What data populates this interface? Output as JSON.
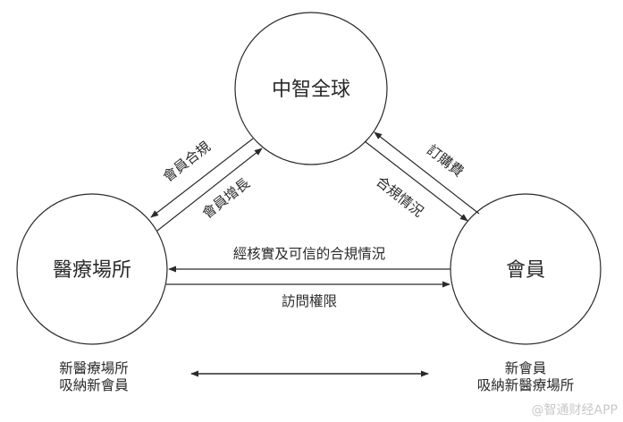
{
  "nodes": {
    "top": {
      "label": "中智全球"
    },
    "left": {
      "label": "醫療場所"
    },
    "right": {
      "label": "會員"
    }
  },
  "edges": {
    "top_to_left": {
      "label": "會員合規",
      "direction": "中智全球 → 醫療場所"
    },
    "left_to_top": {
      "label": "會員增長",
      "direction": "醫療場所 → 中智全球"
    },
    "right_to_top": {
      "label": "訂購費",
      "direction": "會員 → 中智全球"
    },
    "top_to_right": {
      "label": "合規情況",
      "direction": "中智全球 → 會員"
    },
    "right_to_left": {
      "label": "經核實及可信的合規情況",
      "direction": "會員 → 醫療場所"
    },
    "left_to_right": {
      "label": "訪問權限",
      "direction": "醫療場所 → 會員"
    },
    "bottom_bidirectional": {
      "label": "",
      "direction": "醫療場所 ↔ 會員"
    }
  },
  "captions": {
    "left": {
      "line1": "新醫療場所",
      "line2": "吸納新會員"
    },
    "right": {
      "line1": "新會員",
      "line2": "吸納新醫療場所"
    }
  },
  "watermark": "@智通财经APP",
  "colors": {
    "stroke": "#2a2a2a",
    "background": "#ffffff",
    "watermark": "#c8c8c8"
  }
}
